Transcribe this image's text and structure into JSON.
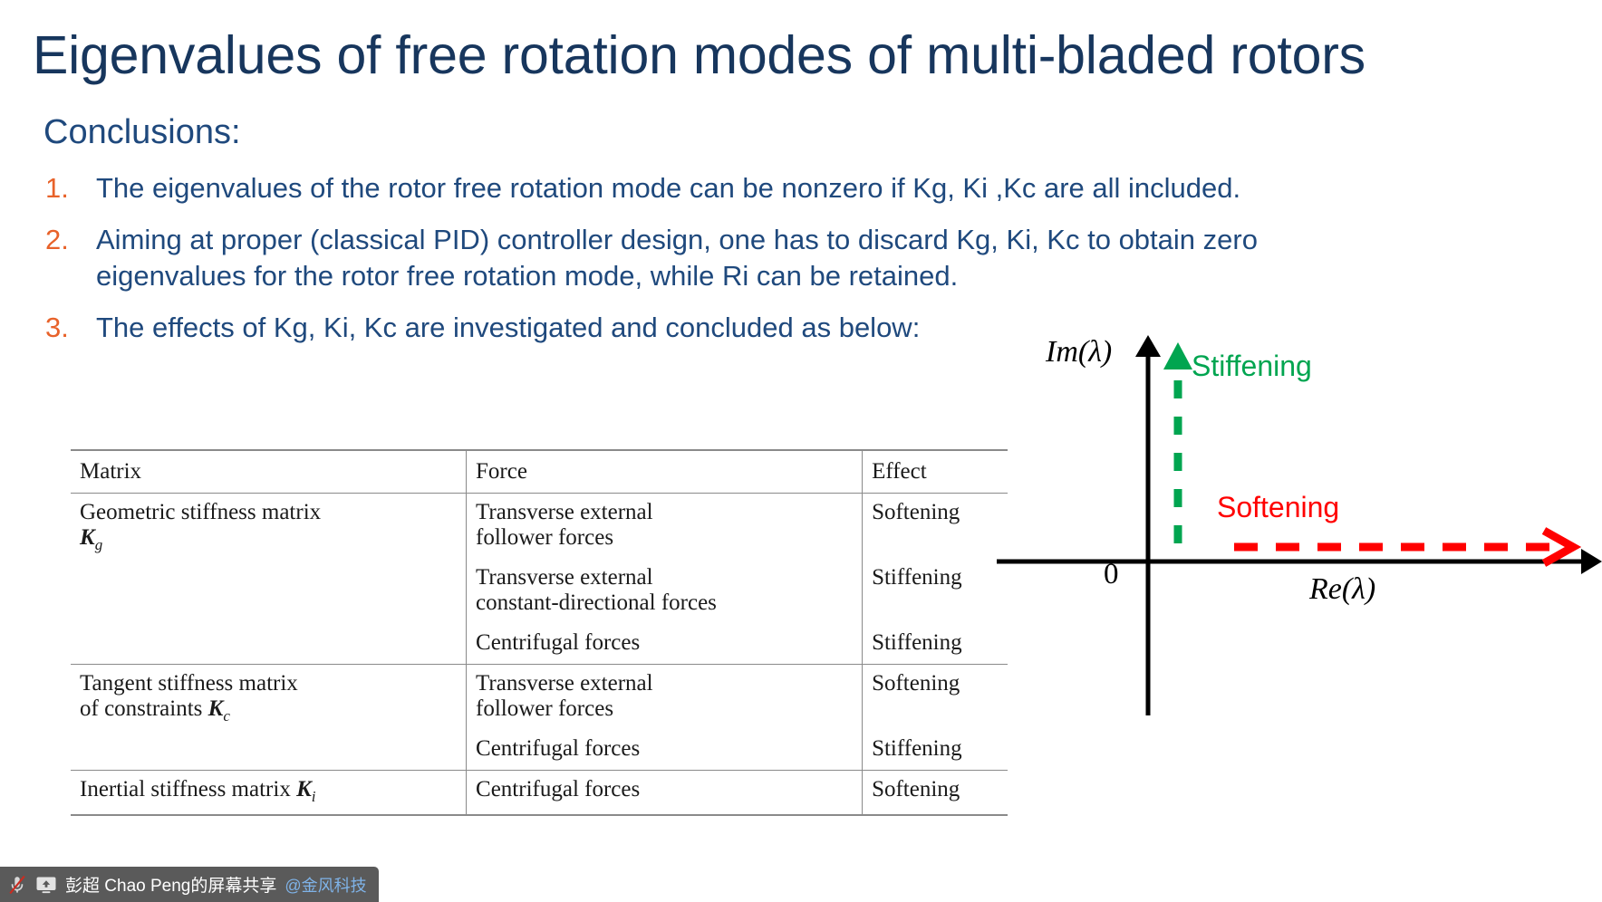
{
  "slide": {
    "title": "Eigenvalues of free rotation modes of multi-bladed rotors",
    "heading": "Conclusions:",
    "title_color": "#17365D",
    "body_color": "#1F497D",
    "number_color": "#E8622A",
    "bullets": [
      {
        "number": "1.",
        "text": "The eigenvalues of the rotor free rotation mode can be nonzero if Kg, Ki ,Kc are all included."
      },
      {
        "number": "2.",
        "text": "Aiming at proper (classical PID) controller design, one has to discard Kg, Ki, Kc to obtain zero eigenvalues for the rotor free rotation mode, while Ri can be retained."
      },
      {
        "number": "3.",
        "text": "The effects of Kg, Ki, Kc are investigated and concluded as below:"
      }
    ]
  },
  "table": {
    "headers": [
      "Matrix",
      "Force",
      "Effect"
    ],
    "rows": [
      {
        "matrix_line1": "Geometric stiffness matrix",
        "matrix_symbol_base": "K",
        "matrix_symbol_sub": "g",
        "entries": [
          {
            "force_line1": "Transverse external",
            "force_line2": "follower forces",
            "effect": "Softening"
          },
          {
            "force_line1": "Transverse external",
            "force_line2": "constant-directional forces",
            "effect": "Stiffening"
          },
          {
            "force_line1": "Centrifugal forces",
            "force_line2": "",
            "effect": "Stiffening"
          }
        ]
      },
      {
        "matrix_line1": "Tangent stiffness matrix",
        "matrix_line2": "of constraints",
        "matrix_symbol_base": "K",
        "matrix_symbol_sub": "c",
        "entries": [
          {
            "force_line1": "Transverse external",
            "force_line2": "follower forces",
            "effect": "Softening"
          },
          {
            "force_line1": "Centrifugal forces",
            "force_line2": "",
            "effect": "Stiffening"
          }
        ]
      },
      {
        "matrix_line1": "Inertial stiffness matrix",
        "matrix_symbol_base": "K",
        "matrix_symbol_sub": "i",
        "entries": [
          {
            "force_line1": "Centrifugal forces",
            "force_line2": "",
            "effect": "Softening"
          }
        ]
      }
    ]
  },
  "diagram": {
    "im_axis_label": "Im(λ)",
    "re_axis_label": "Re(λ)",
    "origin_label": "0",
    "stiffening_label": "Stiffening",
    "softening_label": "Softening",
    "stiffening_color": "#00A550",
    "softening_color": "#FF0000",
    "axis_color": "#000000"
  },
  "status_bar": {
    "mic_icon": "microphone-muted-icon",
    "share_icon": "screen-share-icon",
    "owner_text": "彭超 Chao Peng的屏幕共享",
    "org_text": "@金风科技",
    "background": "#5a5a5a"
  }
}
